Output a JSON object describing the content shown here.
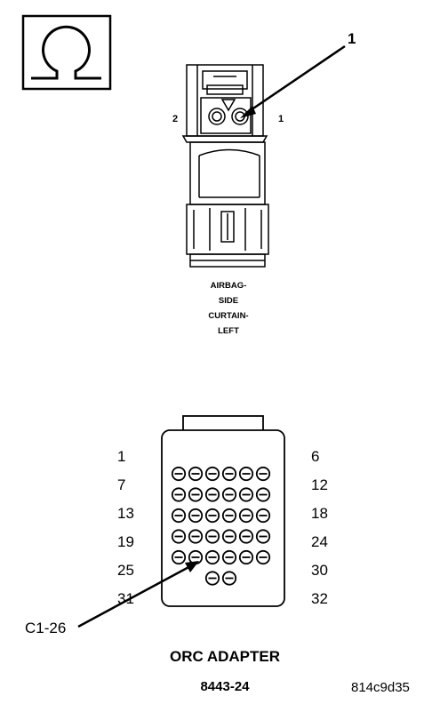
{
  "ohmmeter_symbol": {
    "icon": "ohm-icon",
    "glyph": "Ω"
  },
  "airbag_connector": {
    "callout": "1",
    "pin_left": "2",
    "pin_right": "1",
    "label_lines": [
      "AIRBAG-",
      "SIDE",
      "CURTAIN-",
      "LEFT"
    ]
  },
  "orc_adapter": {
    "row_start_labels": [
      "1",
      "7",
      "13",
      "19",
      "25",
      "31"
    ],
    "row_end_labels": [
      "6",
      "12",
      "18",
      "24",
      "30",
      "32"
    ],
    "pin_symbol": "⊖",
    "row_pin_counts": [
      6,
      6,
      6,
      6,
      6,
      2
    ],
    "callout": "C1-26",
    "title": "ORC ADAPTER",
    "part_number": "8443-24"
  },
  "figure_id": "814c9d35",
  "colors": {
    "ink": "#000000",
    "background": "#ffffff"
  }
}
